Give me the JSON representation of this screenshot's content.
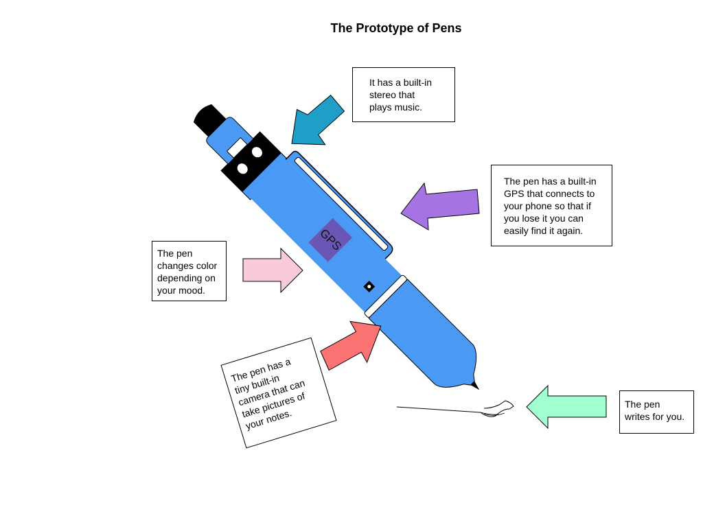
{
  "title": "The Prototype of Pens",
  "pen": {
    "gps_label": "GPS"
  },
  "callouts": {
    "stereo": [
      "It has a built-in",
      "stereo that",
      "plays music."
    ],
    "gps": [
      "The pen has a built-in",
      "GPS that connects to",
      "your phone so that if",
      "you lose it you can",
      "easily find it again."
    ],
    "mood": [
      "The pen",
      "changes color",
      "depending on",
      "your mood."
    ],
    "camera": [
      "The pen has a",
      "tiny built-in",
      "camera that can",
      "take pictures of",
      "your notes."
    ],
    "writes": [
      "The pen",
      "writes for you."
    ]
  },
  "colors": {
    "pen_body": "#4a9af5",
    "gps_patch": "#6a56b4",
    "arrow_stereo": "#1f9fc8",
    "arrow_gps": "#a574e2",
    "arrow_mood": "#f9cad8",
    "arrow_camera": "#fb7373",
    "arrow_writes": "#a0fed1"
  },
  "icons": [
    "stereo-speaker-icon",
    "camera-lens-icon",
    "gps-patch-icon",
    "pen-clip-icon",
    "hand-icon"
  ]
}
